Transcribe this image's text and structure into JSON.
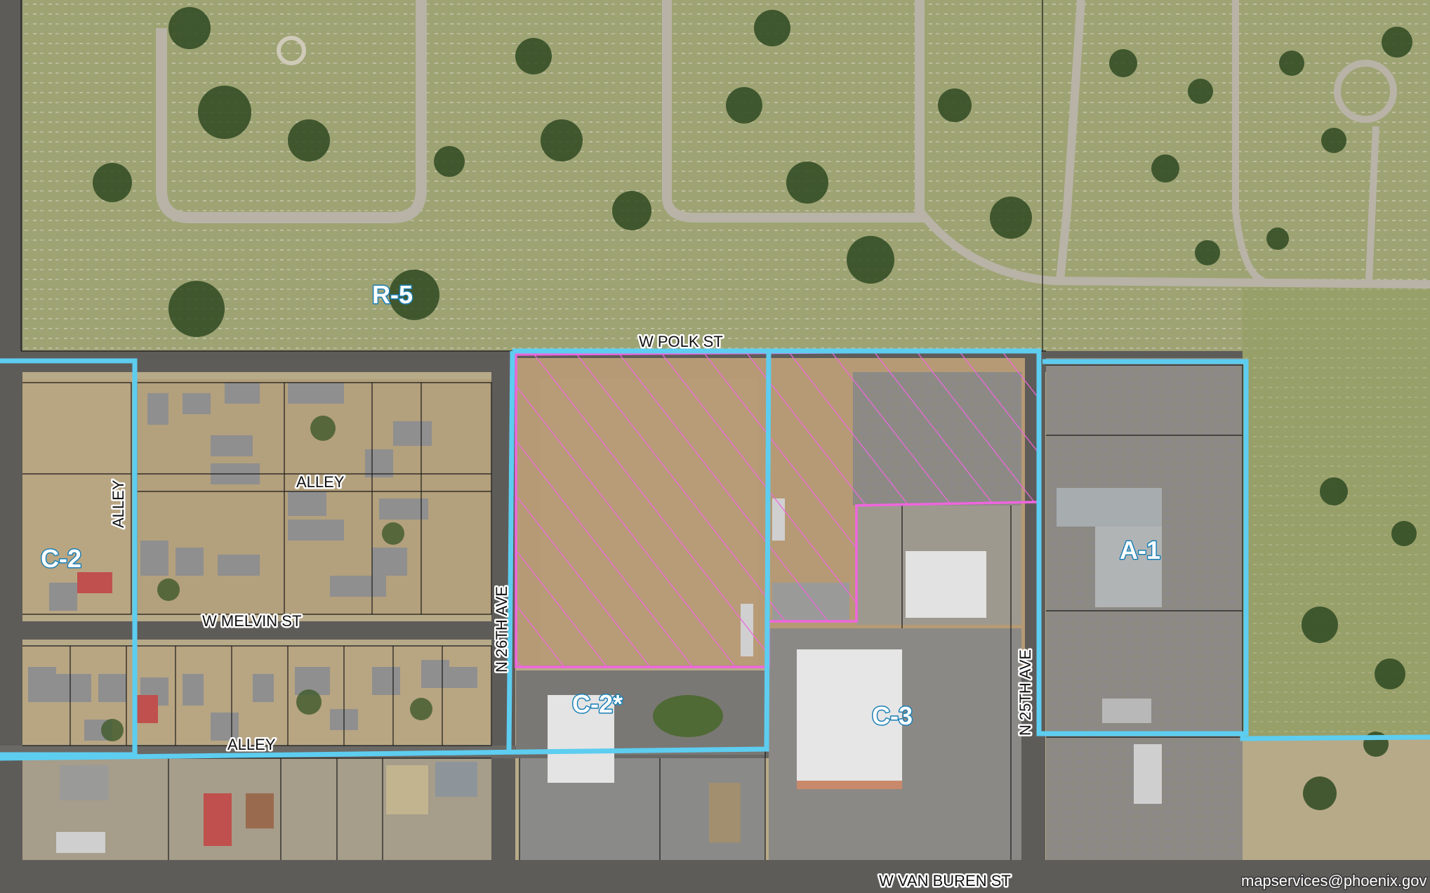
{
  "streets": {
    "polk": "W POLK ST",
    "melvin": "W MELVIN ST",
    "van_buren": "W VAN BUREN ST",
    "ave_26": "N 26TH AVE",
    "ave_25": "N 25TH AVE",
    "alley_middle": "ALLEY",
    "alley_vertical": "ALLEY",
    "alley_bottom": "ALLEY"
  },
  "zones": {
    "r5": "R-5",
    "c2_west": "C-2",
    "c2_star": "C-2*",
    "c3": "C-3",
    "a1": "A-1"
  },
  "credit": "mapservices@phoenix.gov",
  "colors": {
    "zone_boundary": "#5dcdf0",
    "subject_site": "#ee66dd",
    "zone_label_fill": "#ffffff",
    "zone_label_outline": "#1a7fb5"
  }
}
